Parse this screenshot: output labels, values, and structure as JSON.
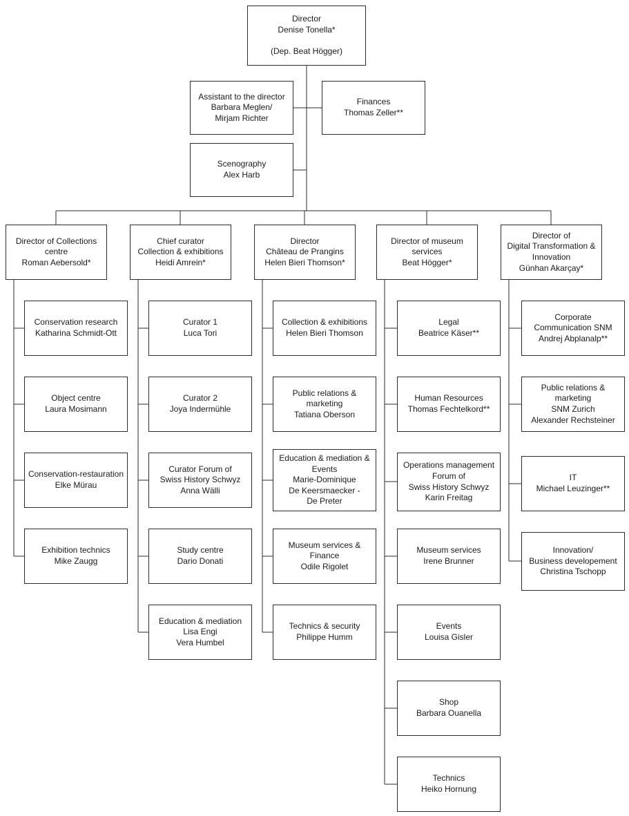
{
  "colors": {
    "box_border": "#2b2b2b",
    "connector": "#2b2b2b",
    "background": "#ffffff",
    "text": "#1a1a1a"
  },
  "director": {
    "text": "Director\nDenise Tonella*\n\n(Dep. Beat Högger)"
  },
  "assistant": {
    "text": "Assistant to the director\nBarbara Meglen/\nMirjam Richter"
  },
  "finances": {
    "text": "Finances\nThomas Zeller**"
  },
  "scenography": {
    "text": "Scenography\nAlex Harb"
  },
  "departments": [
    {
      "head": {
        "text": "Director of Collections\ncentre\nRoman Aebersold*"
      },
      "units": [
        {
          "text": "Conservation research\nKatharina Schmidt-Ott"
        },
        {
          "text": "Object centre\nLaura Mosimann"
        },
        {
          "text": "Conservation-restauration\nElke Mürau"
        },
        {
          "text": "Exhibition technics\nMike Zaugg"
        }
      ]
    },
    {
      "head": {
        "text": "Chief curator\nCollection & exhibitions\nHeidi Amrein*"
      },
      "units": [
        {
          "text": "Curator 1\nLuca Tori"
        },
        {
          "text": "Curator 2\nJoya Indermühle"
        },
        {
          "text": "Curator Forum of\nSwiss History Schwyz\nAnna Wälli"
        },
        {
          "text": "Study centre\nDario Donati"
        },
        {
          "text": "Education & mediation\nLisa Engi\nVera Humbel"
        }
      ]
    },
    {
      "head": {
        "text": "Director\nChâteau de Prangins\nHelen Bieri Thomson*"
      },
      "units": [
        {
          "text": "Collection & exhibitions\nHelen Bieri Thomson"
        },
        {
          "text": "Public relations &\nmarketing\nTatiana Oberson"
        },
        {
          "text": "Education & mediation &\nEvents\nMarie-Dominique\nDe Keersmaecker -\nDe Preter"
        },
        {
          "text": "Museum services &\nFinance\nOdile Rigolet"
        },
        {
          "text": "Technics & security\nPhilippe Humm"
        }
      ]
    },
    {
      "head": {
        "text": "Director of museum\nservices\nBeat Högger*"
      },
      "units": [
        {
          "text": "Legal\nBeatrice Käser**"
        },
        {
          "text": "Human Resources\nThomas Fechtelkord**"
        },
        {
          "text": "Operations management\nForum of\nSwiss History Schwyz\nKarin Freitag"
        },
        {
          "text": "Museum services\nIrene Brunner"
        },
        {
          "text": "Events\nLouisa Gisler"
        },
        {
          "text": "Shop\nBarbara Ouanella"
        },
        {
          "text": "Technics\nHeiko Hornung"
        }
      ]
    },
    {
      "head": {
        "text": "Director of\nDigital Transformation &\nInnovation\nGünhan Akarçay*"
      },
      "units": [
        {
          "text": "Corporate\nCommunication SNM\nAndrej Abplanalp**"
        },
        {
          "text": "Public relations &\nmarketing\nSNM Zurich\nAlexander Rechsteiner"
        },
        {
          "text": "IT\nMichael Leuzinger**"
        },
        {
          "text": "Innovation/\nBusiness developement\nChristina Tschopp"
        }
      ]
    }
  ]
}
